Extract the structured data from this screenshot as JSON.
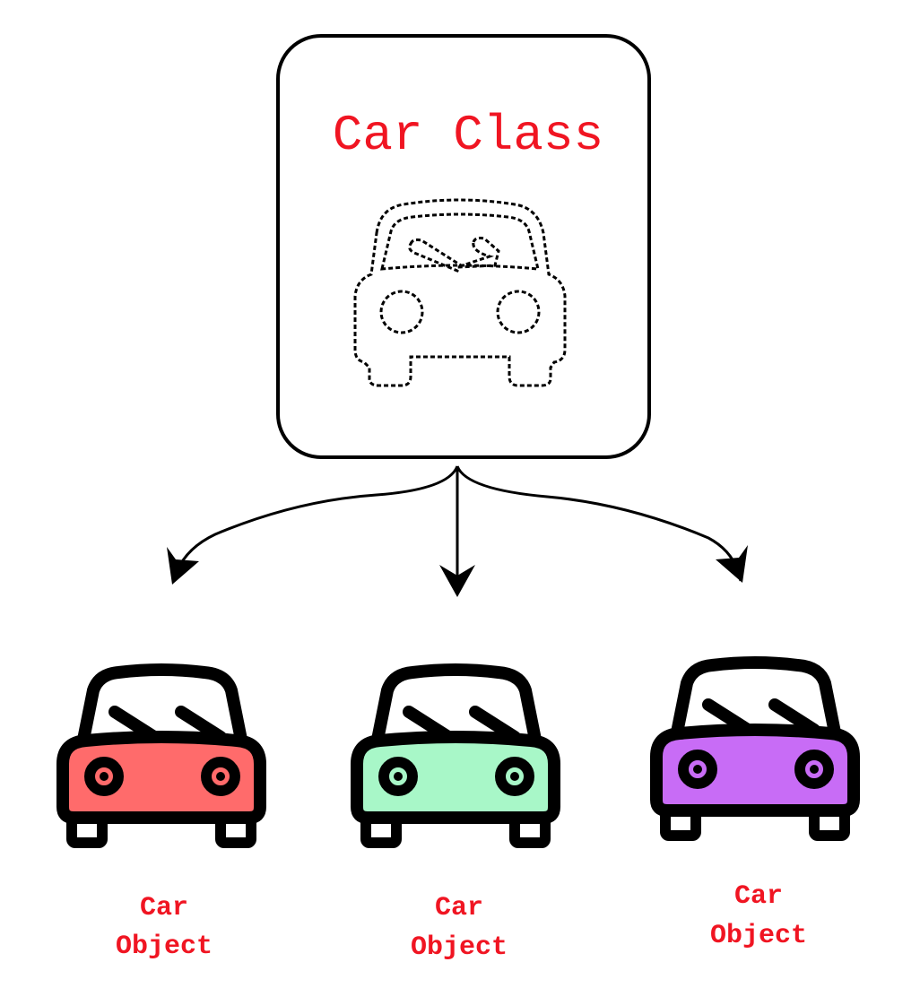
{
  "colors": {
    "text_red": "#f01522",
    "stroke": "#000000",
    "car_red": "#ff6b6b",
    "car_green": "#a8f7c8",
    "car_purple": "#c86cf6",
    "template_fill": "#ffffff"
  },
  "class_box": {
    "title": "Car Class",
    "icon": "car-outline-dashed-icon"
  },
  "objects": [
    {
      "label_line1": "Car",
      "label_line2": "Object",
      "color": "#ff6b6b",
      "icon": "car-filled-icon"
    },
    {
      "label_line1": "Car",
      "label_line2": "Object",
      "color": "#a8f7c8",
      "icon": "car-filled-icon"
    },
    {
      "label_line1": "Car",
      "label_line2": "Object",
      "color": "#c86cf6",
      "icon": "car-filled-icon"
    }
  ]
}
